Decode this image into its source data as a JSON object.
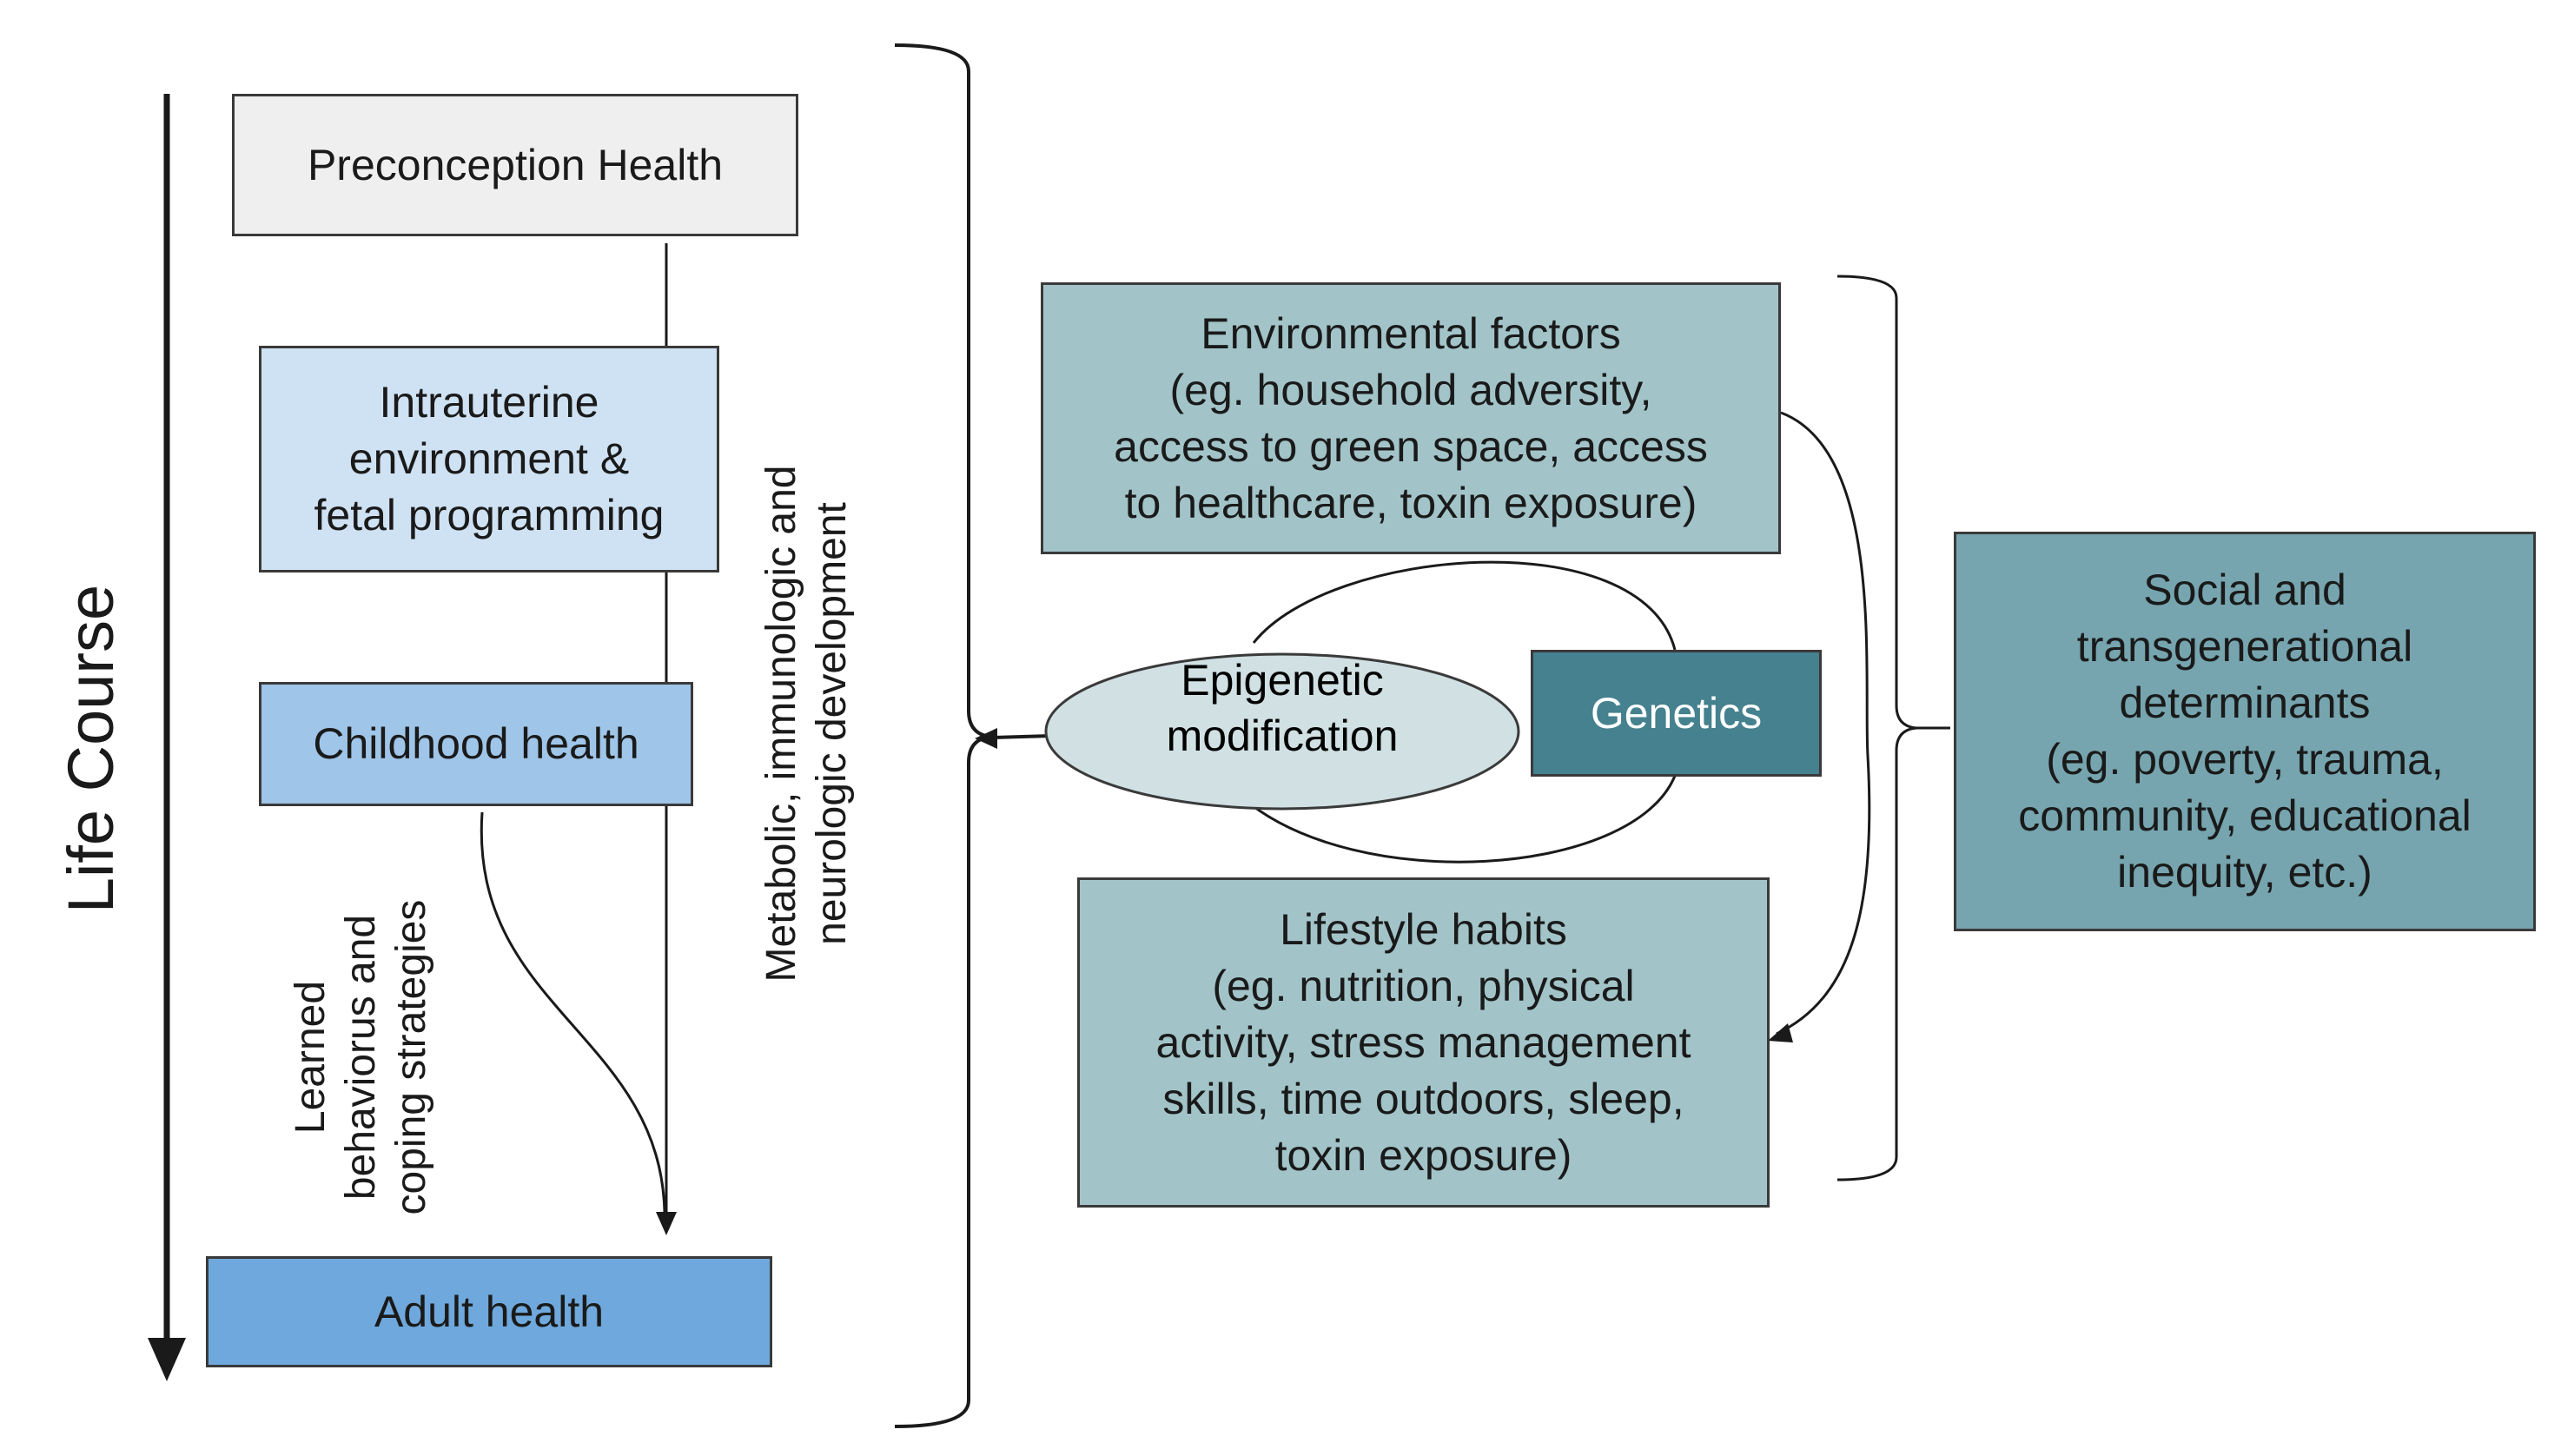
{
  "life_course": {
    "label": "Life Course",
    "stages": [
      {
        "label": "Preconception Health",
        "fill": "#efefef"
      },
      {
        "label": "Intrauterine\nenvironment &\nfetal programming",
        "fill": "#cfe2f3"
      },
      {
        "label": "Childhood health",
        "fill": "#9fc5e8"
      },
      {
        "label": "Adult health",
        "fill": "#6fa8dc"
      }
    ],
    "learned_label": "Learned\nbehaviorus and\ncoping strategies",
    "development_label": "Metabolic, immunologic and\nneurologic development"
  },
  "factors": {
    "environmental": {
      "label": "Environmental factors\n(eg. household adversity,\naccess to green space, access\nto healthcare, toxin exposure)",
      "fill": "#a2c4c9"
    },
    "lifestyle": {
      "label": "Lifestyle habits\n(eg. nutrition, physical\nactivity, stress management\nskills, time outdoors, sleep,\ntoxin exposure)",
      "fill": "#a2c4c9"
    },
    "epigenetic": {
      "label": "Epigenetic\nmodification",
      "fill": "#d0e0e3"
    },
    "genetics": {
      "label": "Genetics",
      "fill": "#45818e",
      "text_color": "#ffffff"
    },
    "social": {
      "label": "Social and\ntransgenerational\ndeterminants\n(eg. poverty, trauma,\ncommunity, educational\ninequity, etc.)",
      "fill": "#76a5af"
    }
  },
  "colors": {
    "line": "#1a1a1a",
    "border": "#3a3a3a"
  }
}
